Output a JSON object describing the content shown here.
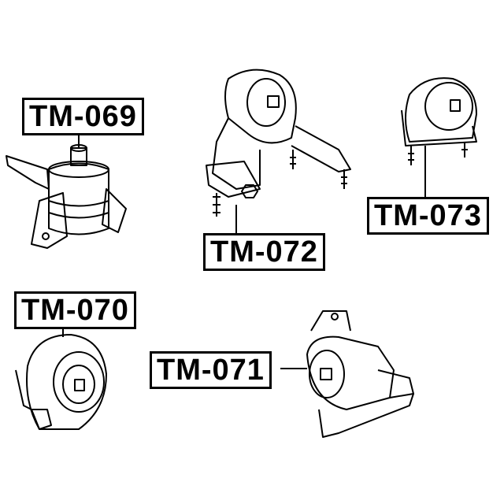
{
  "parts": [
    {
      "id": "tm069",
      "label": "TM-069"
    },
    {
      "id": "tm072",
      "label": "TM-072"
    },
    {
      "id": "tm073",
      "label": "TM-073"
    },
    {
      "id": "tm070",
      "label": "TM-070"
    },
    {
      "id": "tm071",
      "label": "TM-071"
    }
  ]
}
